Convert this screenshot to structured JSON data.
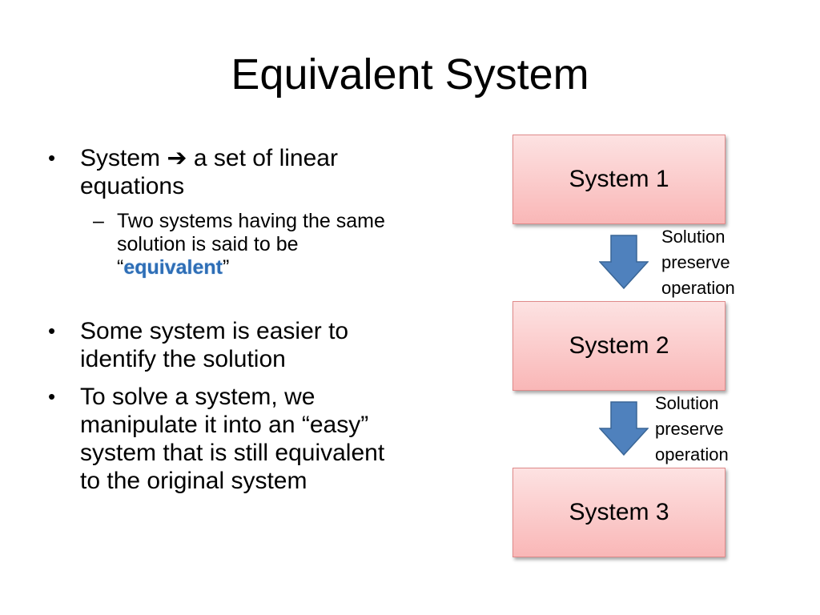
{
  "slide": {
    "title": "Equivalent System",
    "bullets": {
      "b1_prefix": "System",
      "b1_arrow": "➔",
      "b1_suffix": "a set of linear equations",
      "sub_prefix": "Two systems having the same solution is said to be “",
      "sub_keyword": "equivalent",
      "sub_suffix": "”",
      "b2": "Some system is easier to identify the solution",
      "b3": "To solve a system, we manipulate it into an “easy” system that is still equivalent to the original system",
      "bullet_char": "•",
      "dash_char": "–"
    },
    "flow": {
      "boxes": [
        "System 1",
        "System 2",
        "System 3"
      ],
      "note1": [
        "Solution",
        "preserve",
        "operation"
      ],
      "note2": [
        "Solution",
        "preserve",
        "operation"
      ]
    },
    "colors": {
      "box_fill_top": "#fde2e2",
      "box_fill_bottom": "#f9b7b7",
      "arrow_fill": "#4f81bd",
      "keyword": "#2e6eb6"
    }
  }
}
